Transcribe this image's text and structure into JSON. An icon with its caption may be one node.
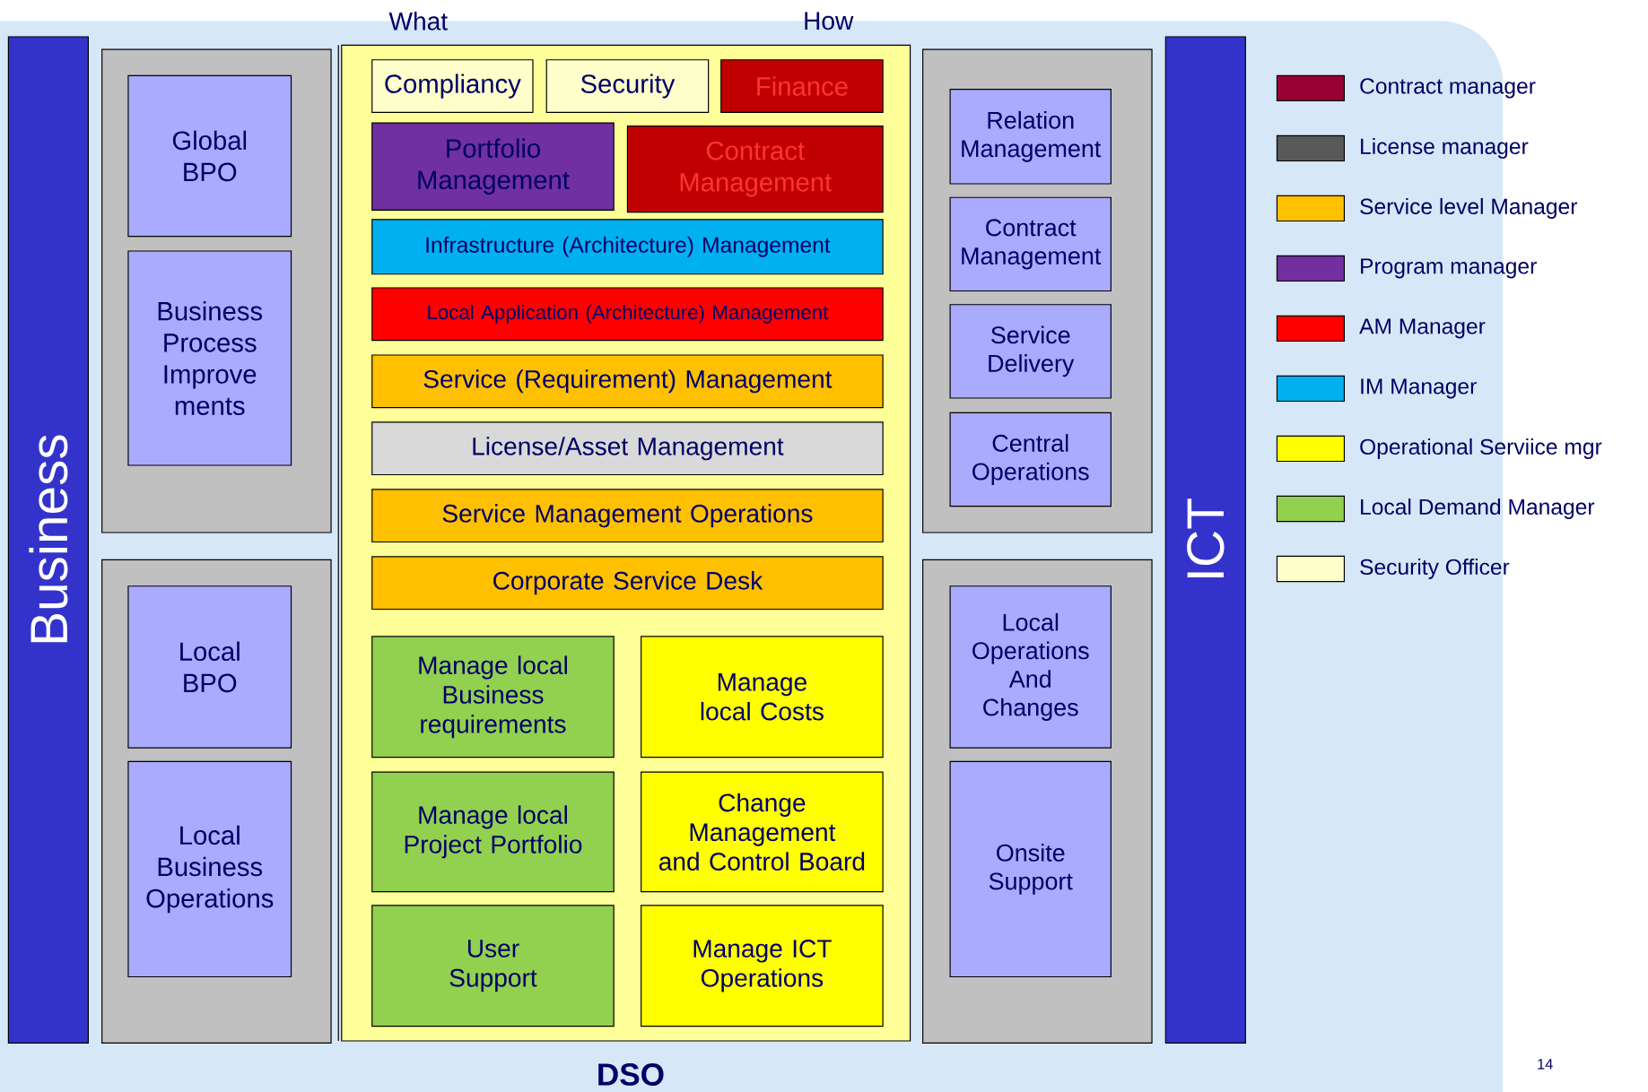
{
  "diagram": {
    "nodes": [
      {
        "text": [
          "Business"
        ]
      },
      {
        "text": [],
        "shape": "box"
      },
      {
        "text": [
          "Global BPO"
        ],
        "in": 1
      },
      {
        "text": [
          "Business Process Improve ments"
        ],
        "in": 1
      },
      {
        "text": [],
        "shape": "box"
      },
      {
        "text": [
          "Local BPO"
        ],
        "in": 4
      },
      {
        "text": [
          "Local Business Operations"
        ],
        "in": 4
      },
      {
        "text": [],
        "shape": "box"
      },
      {
        "text": [
          "Compliancy"
        ],
        "in": 7
      },
      {
        "text": [
          "Security"
        ],
        "in": 7
      },
      {
        "text": [
          "Finance"
        ],
        "in": 7
      },
      {
        "text": [
          "Portfolio Management"
        ],
        "in": 7
      },
      {
        "text": [
          "Contract Management"
        ],
        "in": 7
      },
      {
        "text": [
          "Infrastructure (Architecture) Management"
        ],
        "in": 7
      },
      {
        "text": [
          "Local Application (Architecture) Management"
        ],
        "in": 7
      },
      {
        "text": [
          "Service (Requirement) Management"
        ],
        "in": 7
      },
      {
        "text": [
          "License/Asset Management"
        ],
        "in": 7
      },
      {
        "text": [
          "Service Management Operations"
        ],
        "in": 7
      },
      {
        "text": [
          "Corporate Service Desk"
        ],
        "in": 7
      },
      {
        "text": [
          "Manage local Business requirements"
        ],
        "in": 7
      },
      {
        "text": [
          "Manage local Costs"
        ],
        "in": 7
      },
      {
        "text": [
          "Manage local Project Portfolio"
        ],
        "in": 7
      },
      {
        "text": [
          "Change Management and Control Board"
        ],
        "in": 7
      },
      {
        "text": [
          "User Support"
        ],
        "in": 7
      },
      {
        "text": [
          "Manage ICT Operations"
        ],
        "in": 7
      },
      {
        "text": [],
        "shape": "box"
      },
      {
        "text": [
          "Relation Management"
        ],
        "in": 25
      },
      {
        "text": [
          "Contract Management"
        ],
        "in": 25
      },
      {
        "text": [
          "Service Delivery"
        ],
        "in": 25
      },
      {
        "text": [
          "Central Operations"
        ],
        "in": 25
      },
      {
        "text": [],
        "shape": "box"
      },
      {
        "text": [
          "Local Operations And Changes"
        ],
        "in": 30
      },
      {
        "text": [
          "Onsite Support"
        ],
        "in": 30
      },
      {
        "text": [
          "ICT"
        ]
      }
    ],
    "labels": [
      "What",
      "How",
      "DSO",
      "14"
    ],
    "legend": [
      {
        "text": "Contract manager",
        "color": "#990033"
      },
      {
        "text": "License manager",
        "color": "#595959"
      },
      {
        "text": "Service level Manager",
        "color": "#ffc000"
      },
      {
        "text": "Program manager",
        "color": "#7030a0"
      },
      {
        "text": "AM Manager",
        "color": "#ff0000"
      },
      {
        "text": "IM Manager",
        "color": "#00b0f0"
      },
      {
        "text": "Operational Serviice mgr",
        "color": "#ffff00"
      },
      {
        "text": "Local Demand Manager",
        "color": "#92d050"
      },
      {
        "text": "Security Officer",
        "color": "#ffffcc"
      }
    ]
  }
}
